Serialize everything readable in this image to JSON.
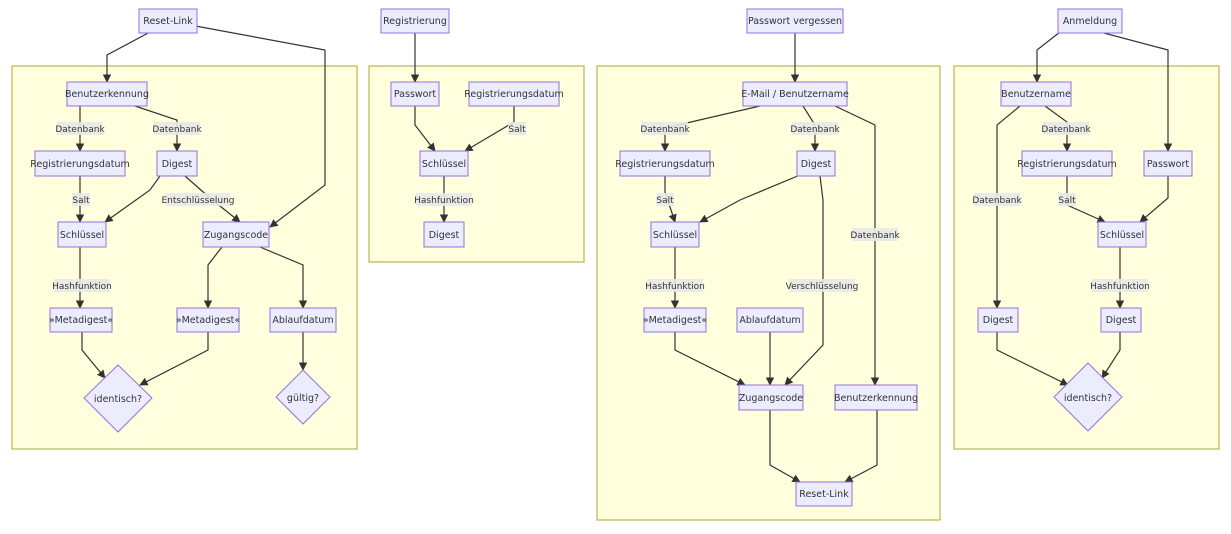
{
  "nodes": {
    "reset_top": "Reset-Link",
    "registrierung": "Registrierung",
    "passwort_vergessen": "Passwort vergessen",
    "anmeldung": "Anmeldung",
    "a_benutzerkennung": "Benutzerkennung",
    "a_registrierungsdatum": "Registrierungsdatum",
    "a_digest": "Digest",
    "a_schluessel": "Schlüssel",
    "a_zugangscode": "Zugangscode",
    "a_metadigest1": "»Metadigest«",
    "a_metadigest2": "»Metadigest«",
    "a_ablaufdatum": "Ablaufdatum",
    "a_identisch": "identisch?",
    "a_gueltig": "gültig?",
    "b_passwort": "Passwort",
    "b_registrierungsdatum": "Registrierungsdatum",
    "b_schluessel": "Schlüssel",
    "b_digest": "Digest",
    "c_email": "E-Mail / Benutzername",
    "c_registrierungsdatum": "Registrierungsdatum",
    "c_digest": "Digest",
    "c_schluessel": "Schlüssel",
    "c_metadigest": "»Metadigest«",
    "c_ablaufdatum": "Ablaufdatum",
    "c_zugangscode": "Zugangscode",
    "c_benutzerkennung": "Benutzerkennung",
    "c_resetlink": "Reset-Link",
    "d_benutzername": "Benutzername",
    "d_registrierungsdatum": "Registrierungsdatum",
    "d_passwort": "Passwort",
    "d_schluessel": "Schlüssel",
    "d_digest1": "Digest",
    "d_digest2": "Digest",
    "d_identisch": "identisch?"
  },
  "edge_labels": {
    "a_datenbank1": "Datenbank",
    "a_datenbank2": "Datenbank",
    "a_salt": "Salt",
    "a_entschluesselung": "Entschlüsselung",
    "a_hashfunktion": "Hashfunktion",
    "b_salt": "Salt",
    "b_hashfunktion": "Hashfunktion",
    "c_datenbank1": "Datenbank",
    "c_datenbank2": "Datenbank",
    "c_datenbank3": "Datenbank",
    "c_salt": "Salt",
    "c_hashfunktion": "Hashfunktion",
    "c_verschluesselung": "Verschlüsselung",
    "d_datenbank1": "Datenbank",
    "d_datenbank2": "Datenbank",
    "d_salt": "Salt",
    "d_hashfunktion": "Hashfunktion"
  },
  "colors": {
    "cluster_fill": "#ffffde",
    "cluster_stroke": "#aaaa33",
    "node_fill": "#ececff",
    "node_stroke": "#9370db",
    "edge": "#333333"
  }
}
